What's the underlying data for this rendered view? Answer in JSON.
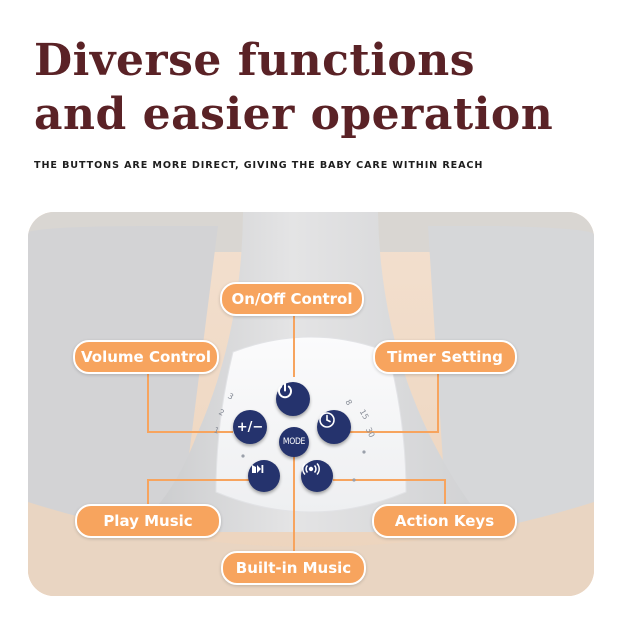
{
  "headline": {
    "line1": "Diverse functions",
    "line2": "and easier operation"
  },
  "subtitle": "THE BUTTONS ARE MORE DIRECT, GIVING THE BABY CARE WITHIN REACH",
  "labels": {
    "on_off": "On/Off Control",
    "volume": "Volume Control",
    "timer": "Timer Setting",
    "play_music": "Play Music",
    "action_keys": "Action Keys",
    "built_in_music": "Built-in Music"
  },
  "buttons": {
    "volume": "+/−",
    "mode": "MODE"
  },
  "dial_marks": {
    "left": [
      "3",
      "2",
      "1"
    ],
    "right": [
      "8",
      "15",
      "30"
    ]
  },
  "icons": {
    "power": "power-icon",
    "clock": "clock-icon",
    "music": "music-note-icon",
    "vibration": "vibration-icon"
  },
  "colors": {
    "headline": "#5a2226",
    "label_fill": "#f7a45e",
    "button_fill": "#25336d",
    "panel": "#f5f5f6",
    "leader_line": "#f7a45e"
  }
}
